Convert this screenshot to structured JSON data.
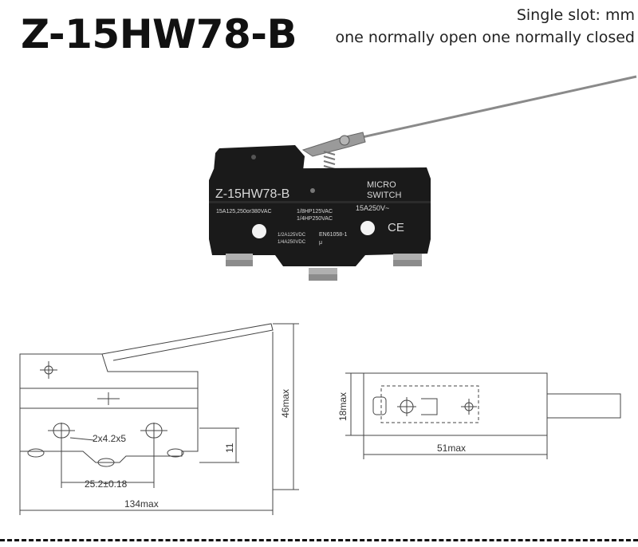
{
  "title": "Z-15HW78-B",
  "notes": {
    "line1": "Single slot: mm",
    "line2": "one normally open one normally closed"
  },
  "switch_print": {
    "model": "Z-15HW78-B",
    "micro": "MICRO",
    "switch": "SWITCH",
    "rating1": "15A125,250or380VAC",
    "rating2": "1/8HP125VAC",
    "rating3": "1/4HP250VAC",
    "rating4": "15A250V~",
    "rating5": "1/2A125VDC",
    "rating6": "1/4A250VDC",
    "standard": "EN61058-1",
    "mu": "μ",
    "ce": "CE"
  },
  "dimensions": {
    "holes": "2x4.2x5",
    "pitch": "25.2±0.18",
    "length": "134max",
    "height": "46max",
    "base": "11",
    "width": "18max",
    "depth": "51max"
  },
  "colors": {
    "body": "#1a1a1a",
    "line": "#444444"
  }
}
